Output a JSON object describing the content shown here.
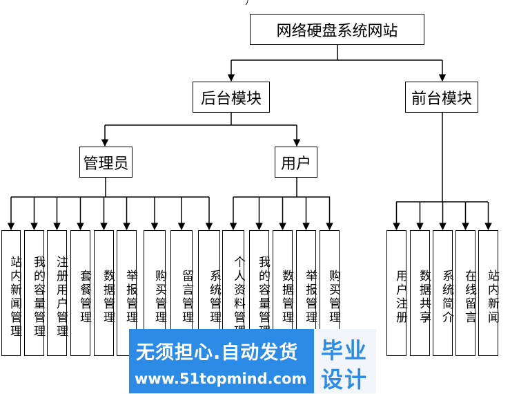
{
  "nodes": {
    "root": "网络硬盘系统网站",
    "backend": "后台模块",
    "frontend": "前台模块",
    "admin": "管理员",
    "user": "用户"
  },
  "admin_modules": [
    "站内新闻管理",
    "我的容量管理",
    "注册用户管理",
    "套餐管理",
    "数据管理",
    "举报管理",
    "购买管理",
    "留言管理",
    "系统管理"
  ],
  "user_modules": [
    "个人资料管理",
    "我的容量管理",
    "数据管理",
    "举报管理",
    "购买管理"
  ],
  "frontend_modules": [
    "用户注册",
    "数据共享",
    "系统简介",
    "在线留言",
    "站内新闻"
  ],
  "watermark": {
    "slogan": "无须担心.自动发货",
    "url": "www.51topmind.com",
    "badge_line1": "毕业",
    "badge_line2": "设计"
  }
}
